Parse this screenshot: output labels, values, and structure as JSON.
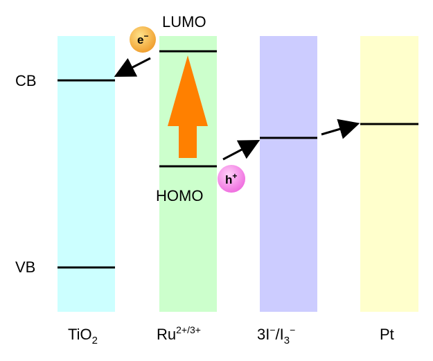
{
  "columns": [
    {
      "id": "tio2",
      "label_main": "TiO",
      "label_sub": "2",
      "label_sup": "",
      "color": "#ccffff"
    },
    {
      "id": "ru",
      "label_main": "Ru",
      "label_sub": "",
      "label_sup": "2+/3+",
      "color": "#ccffcc"
    },
    {
      "id": "iodide",
      "label_part1": "3I",
      "label_sup1": "−",
      "label_part2": "/I",
      "label_sub2": "3",
      "label_sup2": "−",
      "color": "#ccccff"
    },
    {
      "id": "pt",
      "label_main": "Pt",
      "color": "#ffffcc"
    }
  ],
  "levels": {
    "cb": "CB",
    "vb": "VB",
    "lumo": "LUMO",
    "homo": "HOMO"
  },
  "badges": {
    "electron": {
      "text": "e",
      "sup": "−",
      "color": "#f0a030"
    },
    "hole": {
      "text": "h",
      "sup": "+",
      "color": "#ff88ee"
    }
  },
  "colors": {
    "excitation_arrow": "#ff8000",
    "level_line": "#000000"
  }
}
